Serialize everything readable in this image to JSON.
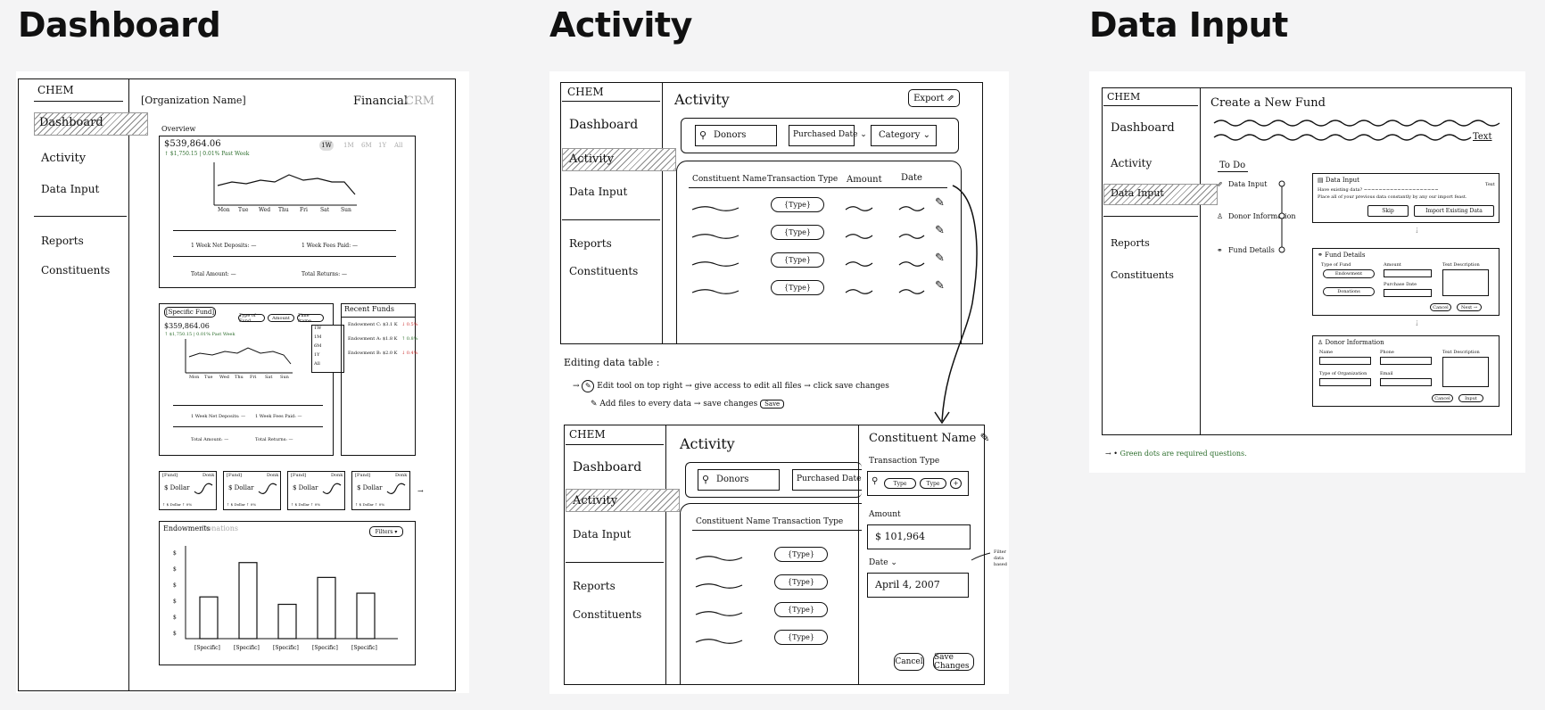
{
  "headings": {
    "dashboard": "Dashboard",
    "activity": "Activity",
    "data_input": "Data Input"
  },
  "nav": {
    "logo": "CHEM",
    "dashboard": "Dashboard",
    "activity": "Activity",
    "data_input": "Data Input",
    "reports": "Reports",
    "constituents": "Constituents"
  },
  "dashboard": {
    "org_name": "[Organization Name]",
    "financial": "Financial",
    "crm": "CRM",
    "overview_label": "Overview",
    "total": "$539,864.06",
    "delta": "↑ $1,750.15 | 0.01% Past Week",
    "ranges": [
      "1W",
      "1M",
      "6M",
      "1Y",
      "All"
    ],
    "days": [
      "Mon",
      "Tue",
      "Wed",
      "Thu",
      "Fri",
      "Sat",
      "Sun"
    ],
    "week_deposits": "1 Week Net Deposits: —",
    "week_fees": "1 Week Fees Paid: —",
    "total_amount": "Total Amount: —",
    "total_returns": "Total Returns: —",
    "specific_fund": "[Specific Fund]",
    "fund_total": "$359,864.06",
    "fund_delta": "↑ $1,750.15 | 0.01% Past Week",
    "type_of_fund": "Type of Fund",
    "amount": "Amount",
    "time_frame": "Time frame",
    "timeframe_options": [
      "1W",
      "1M",
      "6M",
      "1Y",
      "All"
    ],
    "recent_funds_title": "Recent Funds",
    "recent_funds": [
      {
        "name": "Endowment",
        "val": "C: $3.1 K",
        "pct": "↓ 0.5%"
      },
      {
        "name": "Endowment",
        "val": "A: $1.8 K",
        "pct": "↑ 0.8%"
      },
      {
        "name": "Endowment",
        "val": "B: $2.0 K",
        "pct": "↓ 0.4%"
      }
    ],
    "fund_cards": [
      {
        "label": "[Fund]",
        "badge": "Donk",
        "value": "$ Dollar",
        "foot": "↑ $ Dollar  ↑ 0%"
      },
      {
        "label": "[Fund]",
        "badge": "Donk",
        "value": "$ Dollar",
        "foot": "↑ $ Dollar  ↑ 0%"
      },
      {
        "label": "[Fund]",
        "badge": "Donk",
        "value": "$ Dollar",
        "foot": "↑ $ Dollar  ↑ 0%"
      },
      {
        "label": "[Fund]",
        "badge": "Donk",
        "value": "$ Dollar",
        "foot": "↑ $ Dollar  ↑ 0%"
      }
    ],
    "bar_tab_active": "Endowments",
    "bar_tab_inactive": "Donations",
    "filters": "Filters ▾",
    "bar_categories": [
      "[Specific]",
      "[Specific]",
      "[Specific]",
      "[Specific]",
      "[Specific]"
    ],
    "bar_ticks": [
      "$",
      "$",
      "$",
      "$",
      "$",
      "$"
    ]
  },
  "activity": {
    "title": "Activity",
    "export": "Export",
    "search_value": "Donors",
    "filter_date": "Purchased Date ⌄",
    "filter_category": "Category ⌄",
    "columns": [
      "Constituent Name",
      "Transaction Type",
      "Amount",
      "Date"
    ],
    "type_pill": "{Type}",
    "editing_title": "Editing data table :",
    "note1": "Edit tool on top right → give access to edit all files → click save changes",
    "note2": "Add files to every data → save changes",
    "save_chip": "Save",
    "panel_title": "Constituent Name",
    "transaction_type": "Transaction Type",
    "type_chip": "Type",
    "amount_label": "Amount",
    "amount_value": "$ 101,964",
    "date_label": "Date ⌄",
    "date_value": "April 4, 2007",
    "cancel": "Cancel",
    "save_changes": "Save Changes",
    "filter_note": "Filter data based"
  },
  "data_input": {
    "title": "Create a New Fund",
    "text_label": "Text",
    "todo": "To Do",
    "steps": [
      "Data Input",
      "Donor Information",
      "Fund Details"
    ],
    "card1_title": "Data Input",
    "card1_text": "Have existing data? ~~~~~~~~~~~~~~~~~~~~",
    "card1_text2": "Place all of your previous data constantly by any our import feast.",
    "skip": "Skip",
    "import": "Import Existing Data",
    "card2_title": "Fund Details",
    "type_of_fund": "Type of Fund",
    "amount": "Amount",
    "text_description": "Text Description",
    "endowment": "Endowment",
    "donations": "Donations",
    "purchase_date": "Purchase Date",
    "cancel": "Cancel",
    "next": "Next →",
    "card3_title": "Donor Information",
    "name": "Name",
    "phone": "Phone",
    "type_of_org": "Type of Organization",
    "email": "Email",
    "input": "Input",
    "note": "Green dots are required questions."
  }
}
